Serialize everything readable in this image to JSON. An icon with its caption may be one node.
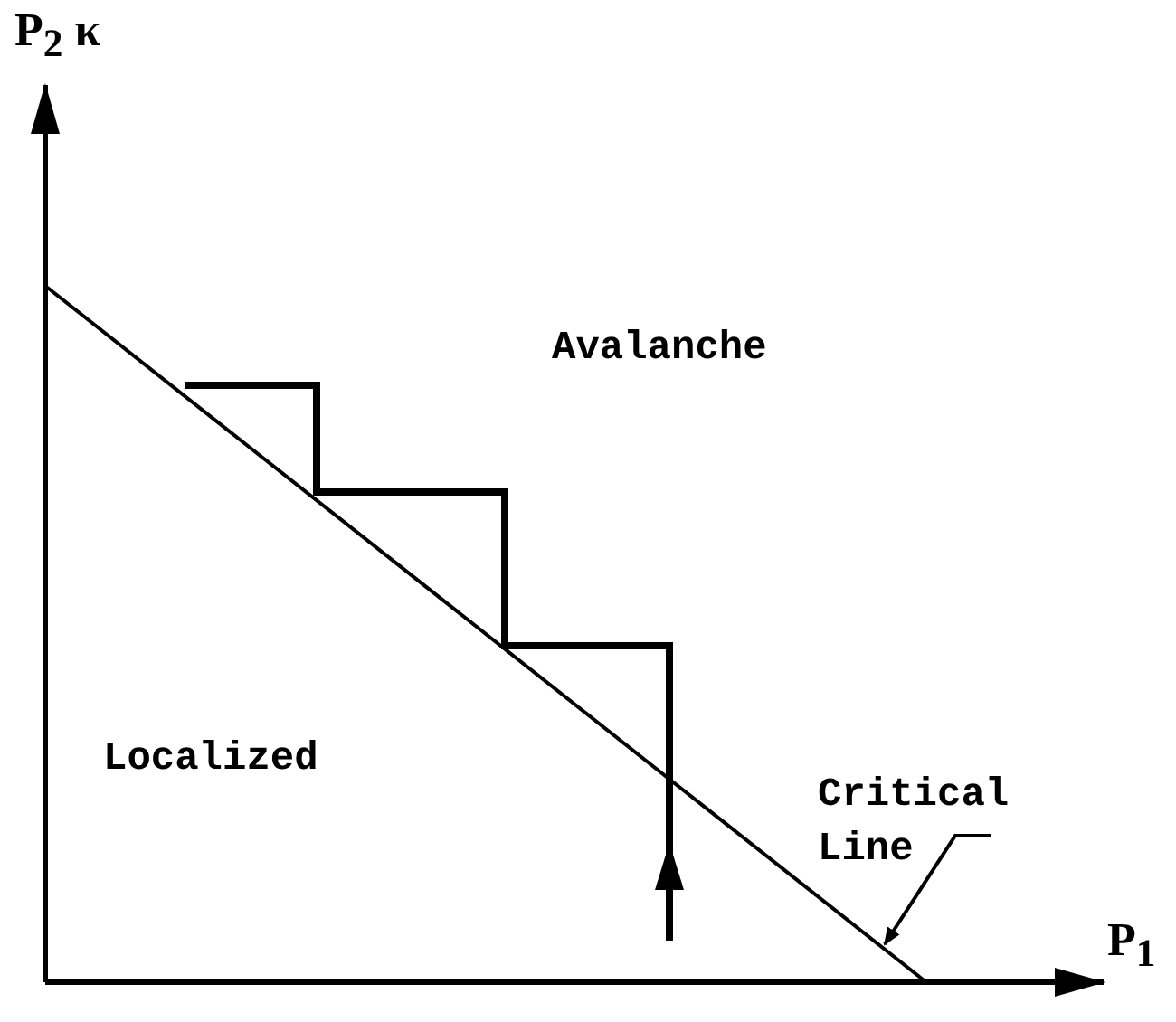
{
  "diagram": {
    "nodes": [
      {
        "text": [
          "Critical Line"
        ]
      },
      {
        "text": [],
        "shape": "line"
      }
    ],
    "edges": [
      {
        "from": 0,
        "to": 1,
        "arrow": "to"
      }
    ],
    "labels": [
      "P$_{2}$ κ",
      "Avalanche",
      "Localized",
      "P$_{1}$"
    ]
  }
}
